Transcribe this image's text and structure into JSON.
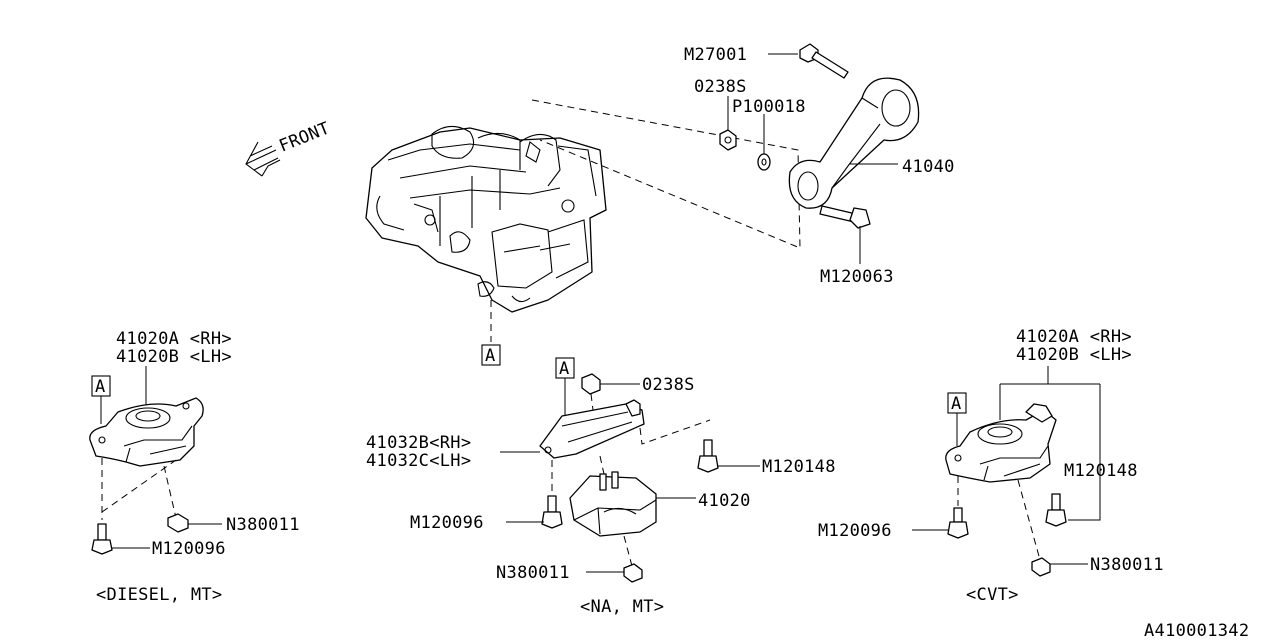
{
  "diagram_id": "A410001342",
  "front_label": "FRONT",
  "ref_marker": "A",
  "engine_callouts": {
    "bolt_top": "M27001",
    "nut": "0238S",
    "washer": "P100018",
    "pitch_stopper": "41040",
    "bolt_bottom": "M120063"
  },
  "groups": {
    "diesel_mt": {
      "caption": "<DIESEL, MT>",
      "mount_a": "41020A <RH>",
      "mount_b": "41020B <LH>",
      "nut": "N380011",
      "bolt": "M120096"
    },
    "na_mt": {
      "caption": "<NA, MT>",
      "nut_top": "0238S",
      "bracket_rh": "41032B<RH>",
      "bracket_lh": "41032C<LH>",
      "bolt_right": "M120148",
      "mount": "41020",
      "bolt_left": "M120096",
      "nut_bottom": "N380011"
    },
    "cvt": {
      "caption": "<CVT>",
      "mount_a": "41020A <RH>",
      "mount_b": "41020B <LH>",
      "bolt_right": "M120148",
      "bolt_left": "M120096",
      "nut": "N380011"
    }
  }
}
